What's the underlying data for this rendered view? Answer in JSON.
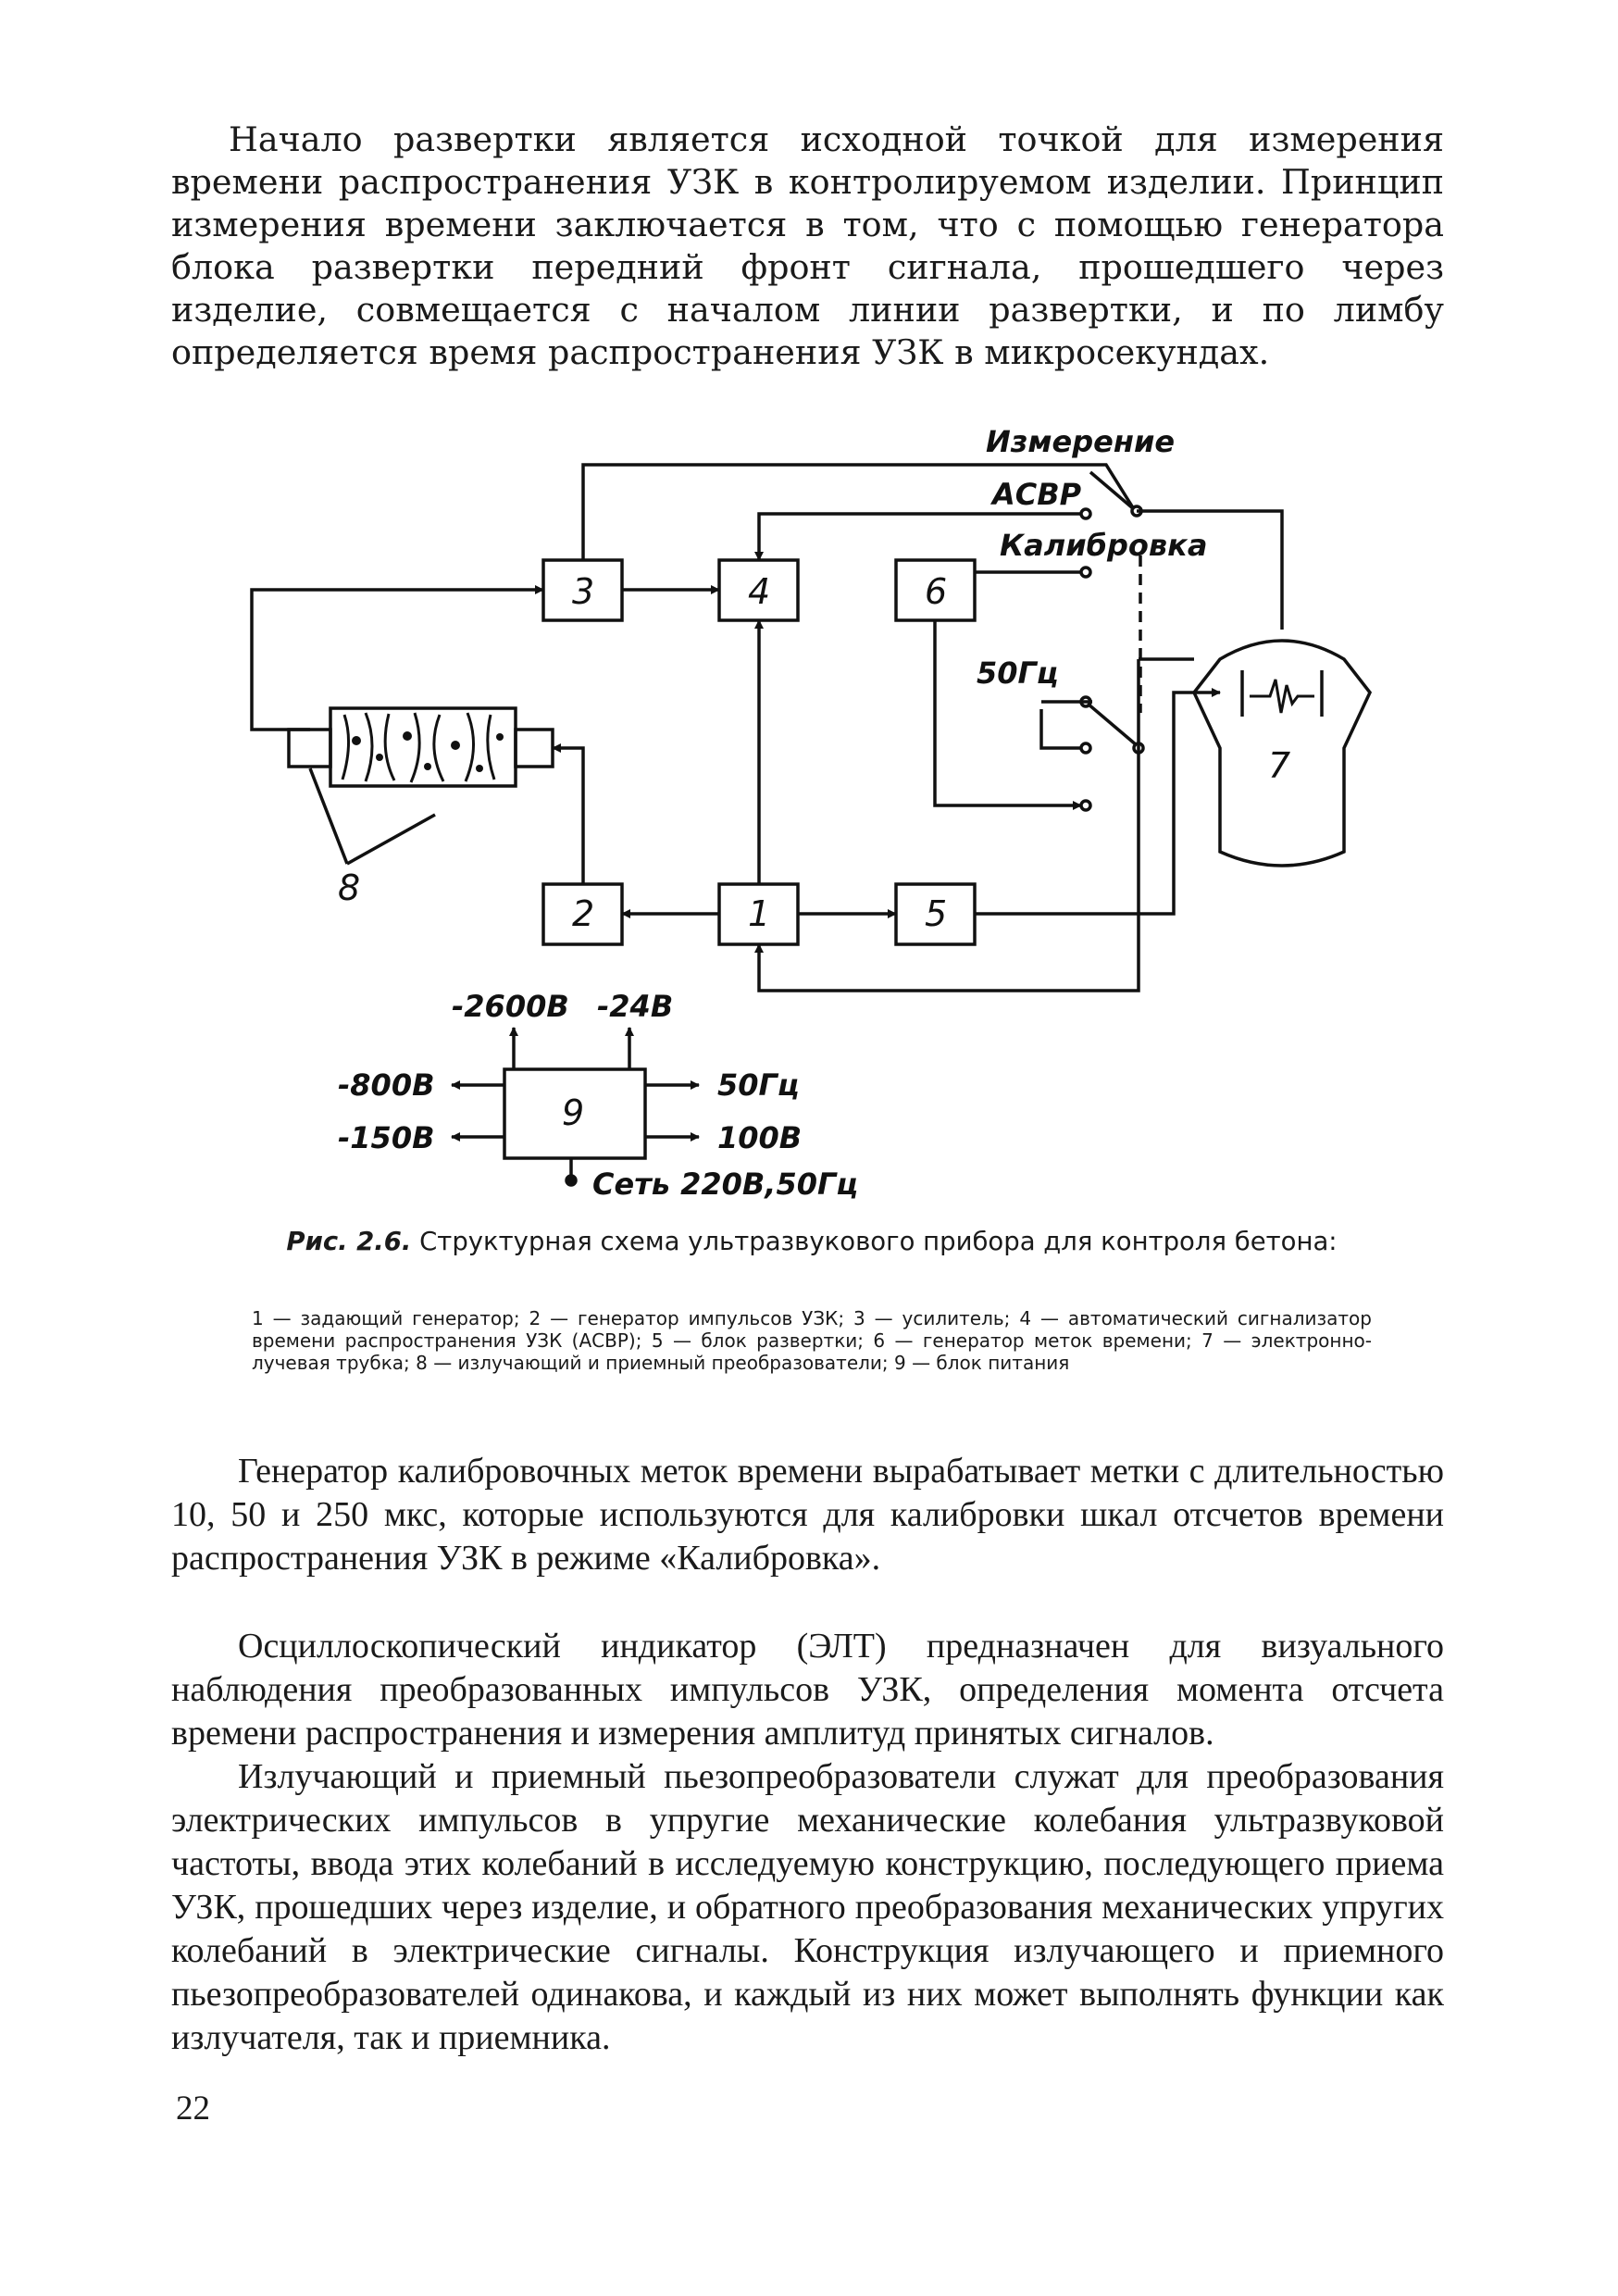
{
  "paragraph_top": "Начало развертки является исходной точкой для измерения времени распространения УЗК в контролируемом изделии. Принцип измерения времени заключается в том, что с помощью генератора блока развертки передний фронт сигнала, прошедшего через изделие, совмещается с началом линии развертки, и по лимбу определяется время распространения УЗК в микросекундах.",
  "figure": {
    "switch_labels": {
      "measure": "Измерение",
      "asvr": "АСВР",
      "calibration": "Калибровка",
      "hz50": "50Гц"
    },
    "blocks": {
      "b1": "1",
      "b2": "2",
      "b3": "3",
      "b4": "4",
      "b5": "5",
      "b6": "6",
      "b7": "7",
      "b8": "8",
      "b9": "9"
    },
    "power": {
      "top_left": "-2600В",
      "top_right": "-24В",
      "left_top": "-800В",
      "left_bottom": "-150В",
      "right_top": "50Гц",
      "right_bottom": "100В",
      "bottom": "Сеть 220В,50Гц"
    }
  },
  "caption": {
    "prefix": "Рис. 2.6.",
    "title": "Структурная схема ультразвукового прибора для контроля бетона:",
    "legend": "1 — задающий генератор; 2 — генератор импульсов УЗК; 3 — усилитель; 4 — автоматический сигнализатор времени распространения УЗК (АСВР); 5 — блок развертки; 6 — генератор меток времени; 7 — электронно-лучевая трубка; 8 — излучающий и приемный преобразователи; 9 — блок питания"
  },
  "paragraph_2": "Генератор калибровочных меток времени вырабатывает метки с длительностью 10, 50 и 250 мкс, которые используются для калибровки шкал отсчетов времени распространения УЗК в режиме «Калибровка».",
  "paragraph_3": "Осциллоскопический индикатор (ЭЛТ) предназначен для визуального наблюдения преобразованных импульсов УЗК, определения момента отсчета времени распространения и измерения амплитуд принятых сигналов.",
  "paragraph_4": "Излучающий и приемный пьезопреобразователи служат для преобразования электрических импульсов в упругие механические колебания ультразвуковой частоты, ввода этих колебаний в исследуемую конструкцию, последующего приема УЗК, прошедших через изделие, и обратного преобразования механических упругих колебаний в электрические сигналы. Конструкция излучающего и приемного пьезопреобразователей одинакова, и каждый из них может выполнять функции как излучателя, так и приемника.",
  "page_number": "22"
}
